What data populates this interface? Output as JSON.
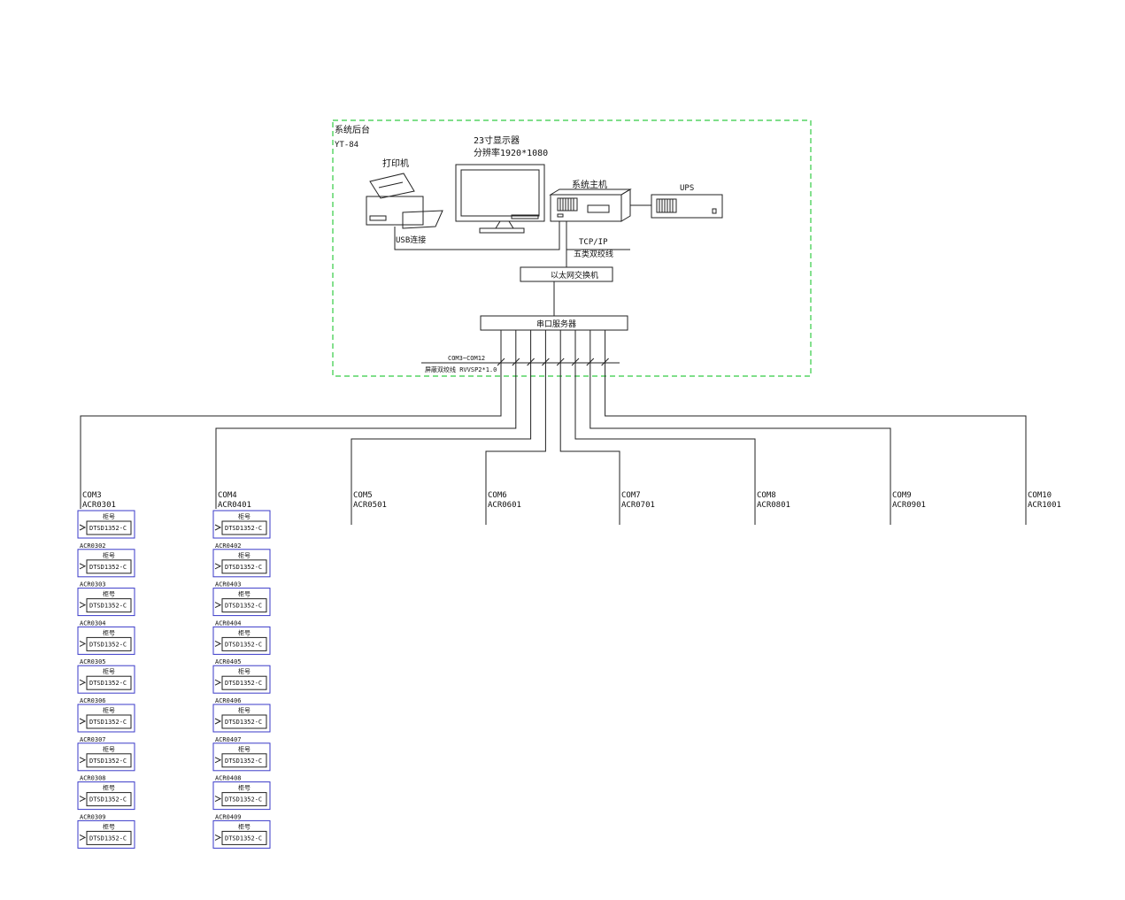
{
  "system": {
    "frame_title": "系统后台",
    "frame_code": "YT-84",
    "printer_label": "打印机",
    "monitor_label_1": "23寸显示器",
    "monitor_label_2": "分辨率1920*1080",
    "host_label": "系统主机",
    "ups_label": "UPS",
    "usb_label": "USB连接",
    "tcp_label_1": "TCP/IP",
    "tcp_label_2": "五类双绞线",
    "switch_label": "以太网交换机",
    "server_label": "串口服务器",
    "bus_label_1": "COM3~COM12",
    "bus_label_2": "屏蔽双绞线 RVVSP2*1.0"
  },
  "branches": [
    {
      "com": "COM3",
      "code": "ACR0301"
    },
    {
      "com": "COM4",
      "code": "ACR0401"
    },
    {
      "com": "COM5",
      "code": "ACR0501"
    },
    {
      "com": "COM6",
      "code": "ACR0601"
    },
    {
      "com": "COM7",
      "code": "ACR0701"
    },
    {
      "com": "COM8",
      "code": "ACR0801"
    },
    {
      "com": "COM9",
      "code": "ACR0901"
    },
    {
      "com": "COM10",
      "code": "ACR1001"
    }
  ],
  "meter_columns": [
    {
      "column": "COM3",
      "meters": [
        {
          "code": "ACR0301",
          "tag": "柜号",
          "model": "DTSD1352-C"
        },
        {
          "code": "ACR0302",
          "tag": "柜号",
          "model": "DTSD1352-C"
        },
        {
          "code": "ACR0303",
          "tag": "柜号",
          "model": "DTSD1352-C"
        },
        {
          "code": "ACR0304",
          "tag": "柜号",
          "model": "DTSD1352-C"
        },
        {
          "code": "ACR0305",
          "tag": "柜号",
          "model": "DTSD1352-C"
        },
        {
          "code": "ACR0306",
          "tag": "柜号",
          "model": "DTSD1352-C"
        },
        {
          "code": "ACR0307",
          "tag": "柜号",
          "model": "DTSD1352-C"
        },
        {
          "code": "ACR0308",
          "tag": "柜号",
          "model": "DTSD1352-C"
        },
        {
          "code": "ACR0309",
          "tag": "柜号",
          "model": "DTSD1352-C"
        }
      ]
    },
    {
      "column": "COM4",
      "meters": [
        {
          "code": "ACR0401",
          "tag": "柜号",
          "model": "DTSD1352-C"
        },
        {
          "code": "ACR0402",
          "tag": "柜号",
          "model": "DTSD1352-C"
        },
        {
          "code": "ACR0403",
          "tag": "柜号",
          "model": "DTSD1352-C"
        },
        {
          "code": "ACR0404",
          "tag": "柜号",
          "model": "DTSD1352-C"
        },
        {
          "code": "ACR0405",
          "tag": "柜号",
          "model": "DTSD1352-C"
        },
        {
          "code": "ACR0406",
          "tag": "柜号",
          "model": "DTSD1352-C"
        },
        {
          "code": "ACR0407",
          "tag": "柜号",
          "model": "DTSD1352-C"
        },
        {
          "code": "ACR0408",
          "tag": "柜号",
          "model": "DTSD1352-C"
        },
        {
          "code": "ACR0409",
          "tag": "柜号",
          "model": "DTSD1352-C"
        }
      ]
    }
  ],
  "colors": {
    "frame": "#33cc44",
    "meter_border": "#3a3ac8",
    "line": "#222222"
  }
}
